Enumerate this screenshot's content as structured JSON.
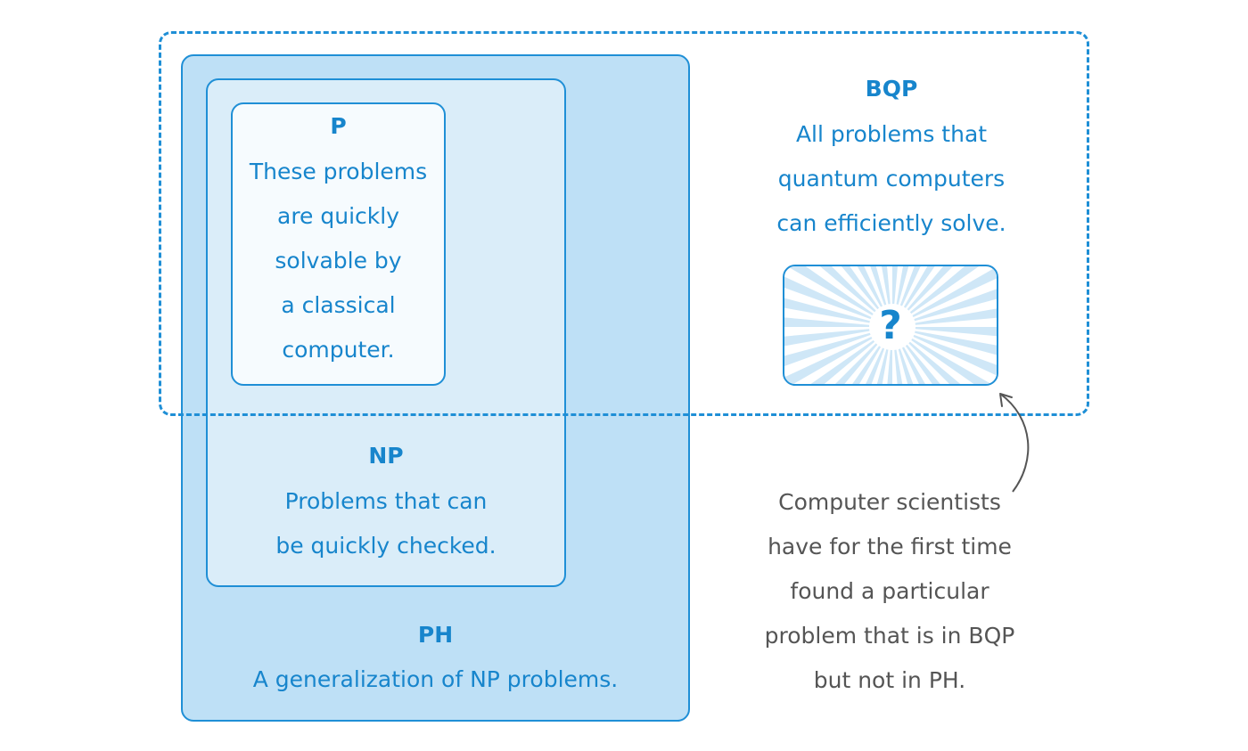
{
  "ph": {
    "title": "PH",
    "desc": "A generalization of NP problems."
  },
  "np": {
    "title": "NP",
    "desc_line1": "Problems that can",
    "desc_line2": "be quickly checked."
  },
  "p": {
    "title": "P",
    "lines": [
      "These problems",
      "are quickly",
      "solvable by",
      "a classical",
      "computer."
    ]
  },
  "bqp": {
    "title": "BQP",
    "lines": [
      "All problems that",
      "quantum computers",
      "can efficiently solve."
    ]
  },
  "mystery": {
    "symbol": "?"
  },
  "note": {
    "lines": [
      "Computer scientists",
      "have for the first time",
      "found a particular",
      "problem that is in BQP",
      "but not in PH."
    ]
  },
  "colors": {
    "accent": "#1f8fd6",
    "text_blue": "#1785cc",
    "note_gray": "#555555"
  }
}
